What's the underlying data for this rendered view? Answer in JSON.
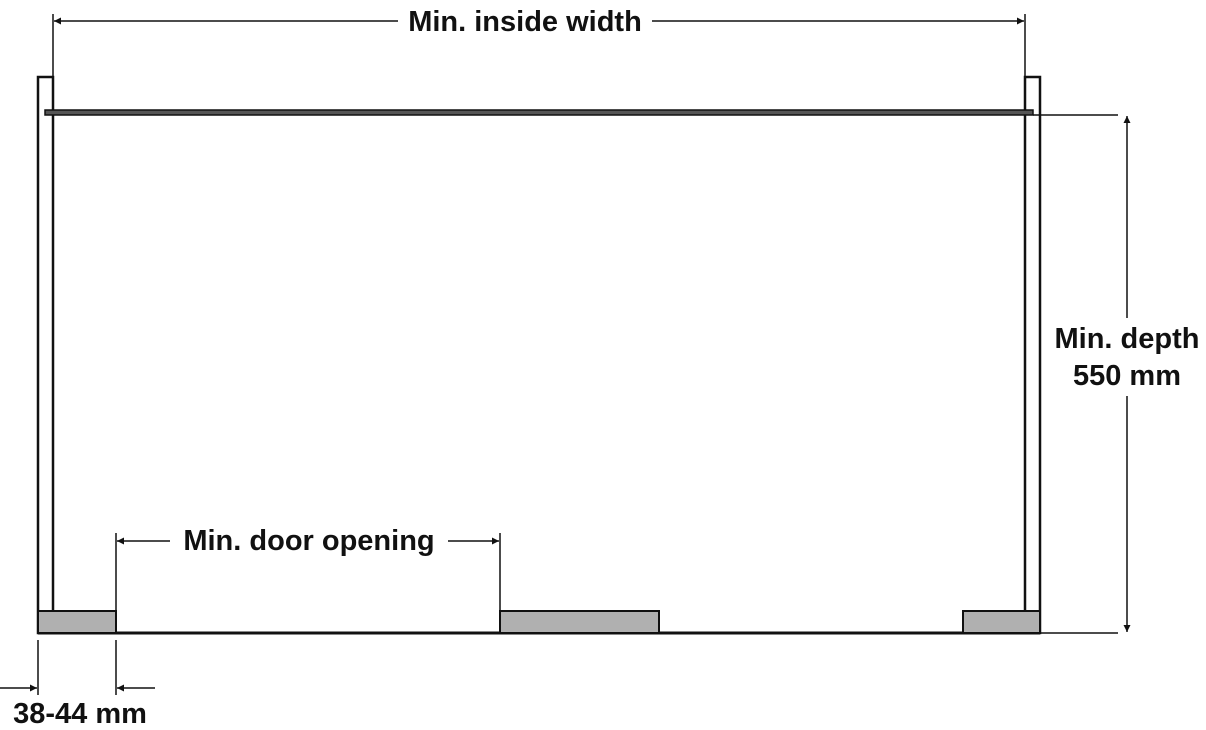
{
  "labels": {
    "inside_width": "Min. inside width",
    "depth_line1": "Min. depth",
    "depth_line2": "550 mm",
    "door_opening": "Min. door opening",
    "panel_thickness": "38-44 mm"
  },
  "colors": {
    "line": "#111111",
    "panel_fill": "#ffffff",
    "foot_fill": "#b0b0b0"
  }
}
